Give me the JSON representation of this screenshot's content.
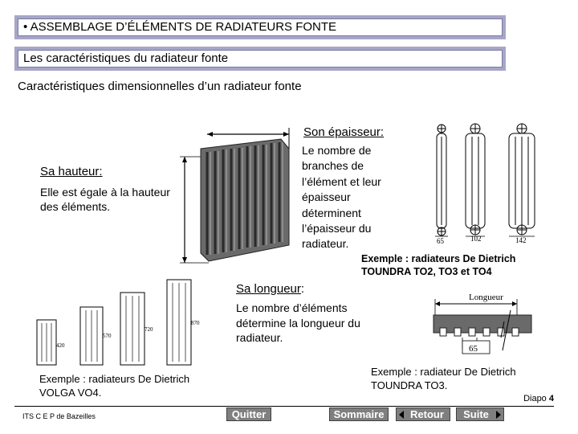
{
  "header": {
    "title": "• ASSEMBLAGE D’ÉLÉMENTS DE RADIATEURS FONTE",
    "subtitle": "Les caractéristiques du radiateur fonte"
  },
  "section_title": "Caractéristiques dimensionnelles d’un radiateur fonte",
  "hauteur": {
    "heading": "Sa hauteur:",
    "body": "Elle est égale à la hauteur des éléments."
  },
  "epaisseur": {
    "heading": "Son épaisseur:",
    "body": "Le nombre de branches de l’élément et leur épaisseur déterminent l’épaisseur du radiateur.",
    "caption": "Exemple : radiateurs De Dietrich TOUNDRA TO2, TO3 et TO4",
    "dims": [
      "65",
      "102",
      "142"
    ]
  },
  "longueur": {
    "heading": "Sa longueur",
    "heading_suffix": ":",
    "body": "Le nombre d’éléments détermine la longueur du radiateur.",
    "caption": "Exemple : radiateur De Dietrich TOUNDRA TO3.",
    "diagram_label": "Longueur",
    "diagram_dim": "65"
  },
  "volga": {
    "caption": "Exemple : radiateurs De Dietrich VOLGA VO4.",
    "dims": [
      "420",
      "570",
      "720",
      "870"
    ]
  },
  "footer": {
    "school": "ITS C E P de Bazeilles",
    "slide_label": "Diapo",
    "slide_number": "4"
  },
  "nav": {
    "quit": "Quitter",
    "summary": "Sommaire",
    "back": "Retour",
    "next": "Suite"
  },
  "colors": {
    "band": "#a6a6c8",
    "nav_button": "#7f7f7f",
    "radiator": "#5a5a5a"
  }
}
